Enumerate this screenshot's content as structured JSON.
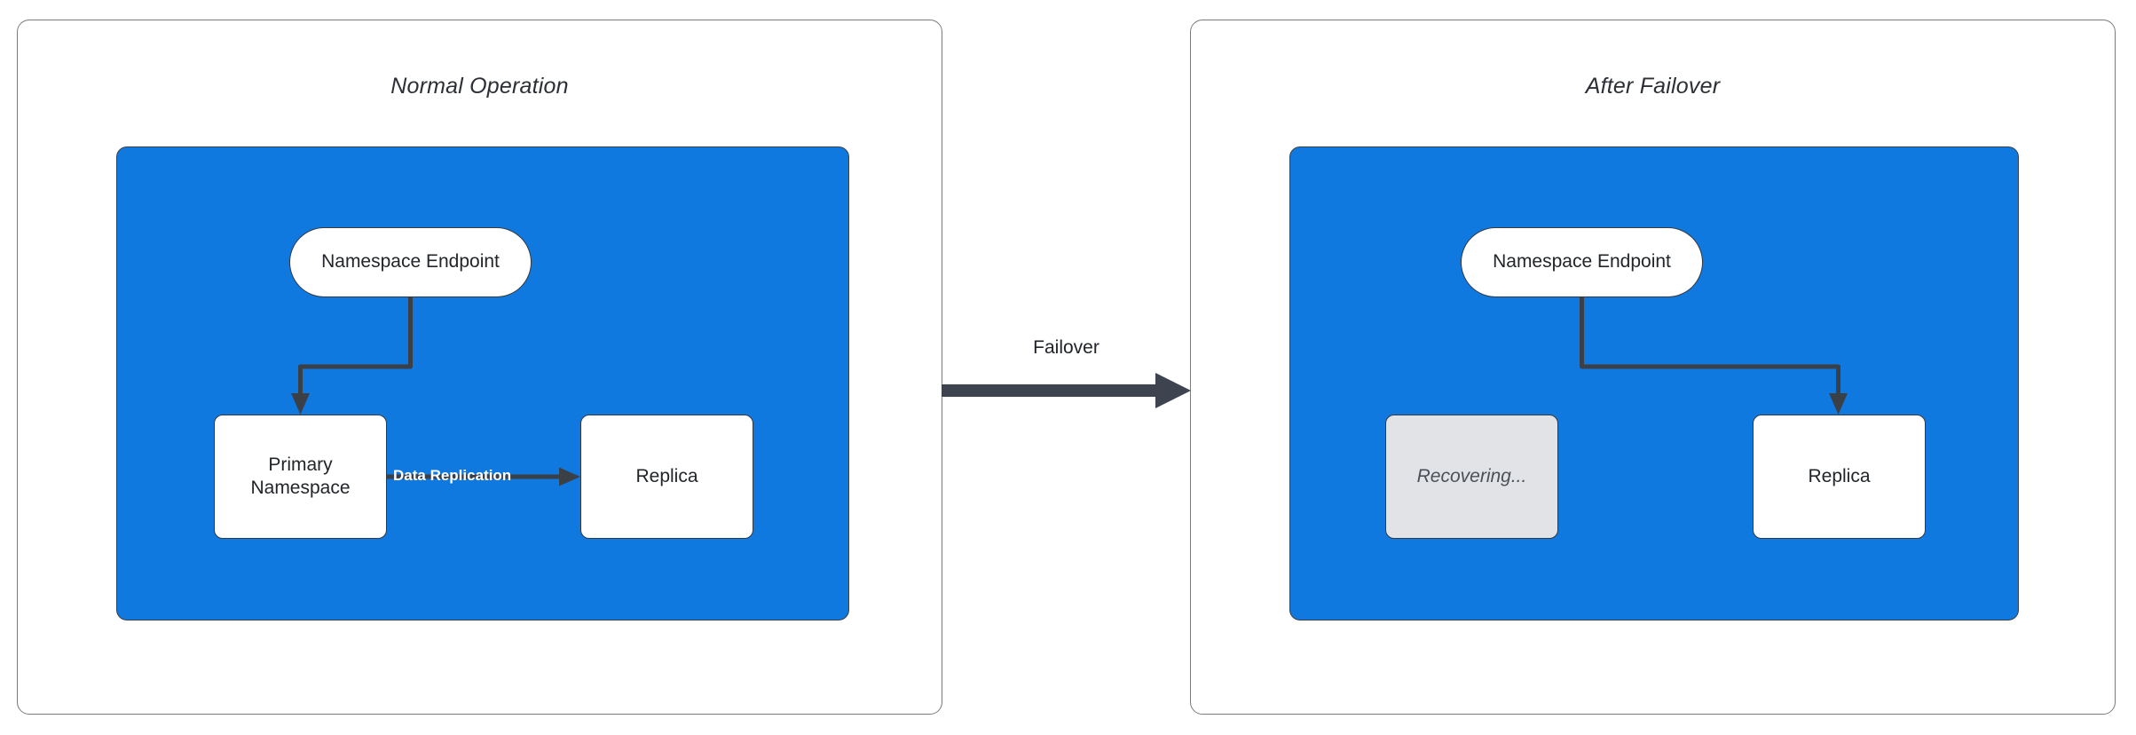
{
  "diagram": {
    "title_left": "Normal Operation",
    "title_right": "After Failover",
    "colors": {
      "zone_fill": "#1079e0",
      "zone_stroke": "#3b3f46",
      "panel_stroke": "#7b7b7b",
      "node_fill": "#ffffff",
      "node_stroke": "#36393f",
      "disabled_fill": "#e1e3e6",
      "connector": "#3b3f46",
      "edge_label": "#ffffff",
      "failover_arrow": "#3e444f"
    }
  },
  "panels": [
    {
      "id": "normal-operation",
      "title": "Normal Operation",
      "nodes": [
        {
          "id": "namespace-endpoint",
          "label": "Namespace Endpoint",
          "shape": "pill",
          "state": "active"
        },
        {
          "id": "primary-namespace",
          "label": "Primary\nNamespace",
          "line1": "Primary",
          "line2": "Namespace",
          "shape": "box",
          "state": "active"
        },
        {
          "id": "replica",
          "label": "Replica",
          "shape": "box",
          "state": "active"
        }
      ],
      "edges": [
        {
          "from": "namespace-endpoint",
          "to": "primary-namespace",
          "label": ""
        },
        {
          "from": "primary-namespace",
          "to": "replica",
          "label": "Data Replication"
        }
      ]
    },
    {
      "id": "after-failover",
      "title": "After Failover",
      "nodes": [
        {
          "id": "namespace-endpoint",
          "label": "Namespace Endpoint",
          "shape": "pill",
          "state": "active"
        },
        {
          "id": "recovering",
          "label": "Recovering...",
          "shape": "box",
          "state": "disabled"
        },
        {
          "id": "replica",
          "label": "Replica",
          "shape": "box",
          "state": "active"
        }
      ],
      "edges": [
        {
          "from": "namespace-endpoint",
          "to": "replica",
          "label": ""
        }
      ]
    }
  ],
  "transition": {
    "label": "Failover",
    "direction": "left-to-right"
  }
}
